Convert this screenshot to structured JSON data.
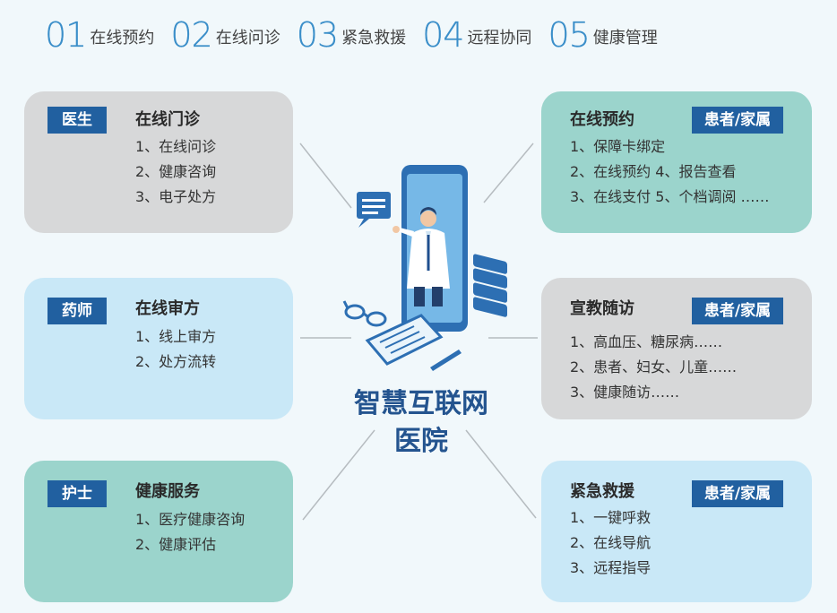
{
  "nav": [
    {
      "num": "01",
      "label": "在线预约"
    },
    {
      "num": "02",
      "label": "在线问诊"
    },
    {
      "num": "03",
      "label": "紧急救援"
    },
    {
      "num": "04",
      "label": "远程协同"
    },
    {
      "num": "05",
      "label": "健康管理"
    }
  ],
  "center_title": [
    "智慧互联网",
    "医院"
  ],
  "left_cards": [
    {
      "role": "医生",
      "title": "在线门诊",
      "items": [
        "1、在线问诊",
        "2、健康咨询",
        "3、电子处方"
      ]
    },
    {
      "role": "药师",
      "title": "在线审方",
      "items": [
        "1、线上审方",
        "2、处方流转"
      ]
    },
    {
      "role": "护士",
      "title": "健康服务",
      "items": [
        "1、医疗健康咨询",
        "2、健康评估"
      ]
    }
  ],
  "right_cards": [
    {
      "role": "患者/家属",
      "title": "在线预约",
      "items": [
        "1、保障卡绑定",
        "2、在线预约  4、报告查看",
        "3、在线支付  5、个档调阅  ……"
      ]
    },
    {
      "role": "患者/家属",
      "title": "宣教随访",
      "items": [
        "1、高血压、糖尿病……",
        "2、患者、妇女、儿童……",
        "3、健康随访……"
      ]
    },
    {
      "role": "患者/家属",
      "title": "紧急救援",
      "items": [
        "1、一键呼救",
        "2、在线导航",
        "3、远程指导"
      ]
    }
  ],
  "colors": {
    "accent_blue": "#3a8ec9",
    "tag_blue": "#2160a0",
    "card_gray": "#d7d8d9",
    "card_light_blue": "#c9e8f7",
    "card_teal": "#9bd4cc",
    "title_blue": "#24548f"
  },
  "icons": [
    "doctor-phone-illustration",
    "chat-bubble-icon",
    "checklist-icon",
    "glasses-icon",
    "clipboard-icon",
    "pen-icon"
  ]
}
